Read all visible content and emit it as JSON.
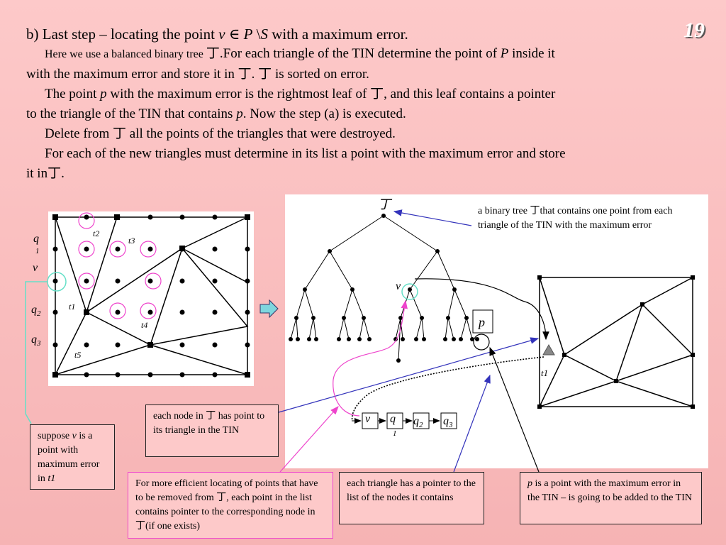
{
  "slide_number": "19",
  "heading": {
    "pre": "b) Last step – locating the point ",
    "v": "v",
    "in": " ∈ ",
    "P": "P",
    "sep": " \\",
    "S": "S",
    "post": " with a maximum error."
  },
  "tree_symbol": "丁",
  "para1": {
    "a": "Here we use a balanced binary tree ",
    "b": ".For each triangle of the TIN determine the point of ",
    "P": "P",
    "c": " inside it",
    "d": "with the maximum error and store it in ",
    "e": ". ",
    "f": " is sorted on error."
  },
  "para2": {
    "a": "The point ",
    "p": "p",
    "b": " with the maximum error is the rightmost leaf of ",
    "c": ", and this leaf contains a pointer",
    "d": "to the triangle of the TIN that contains ",
    "p2": "p",
    "e": ". Now the step (a) is executed."
  },
  "para3": {
    "a": "Delete from ",
    "b": " all the points of the triangles that were destroyed."
  },
  "para4": {
    "a": "For each of the new triangles must determine in its list a point with the maximum error and store",
    "b": "it  in",
    "c": "."
  },
  "left_labels": {
    "q1a": "q",
    "q1b": "1",
    "v": "v",
    "q2": "q",
    "q2sub": "2",
    "q3": "q",
    "q3sub": "3"
  },
  "tin_labels": {
    "t1": "t1",
    "t2": "t2",
    "t3": "t3",
    "t4": "t4",
    "t5": "t5"
  },
  "tree_labels": {
    "v": "v",
    "p": "p",
    "t1": "t1"
  },
  "list_nodes": [
    {
      "main": "v",
      "sub": ""
    },
    {
      "main": "q",
      "sub": "1"
    },
    {
      "main": "q",
      "sub": "2"
    },
    {
      "main": "q",
      "sub": "3"
    }
  ],
  "callouts": {
    "tree_desc": {
      "a": "a binary tree ",
      "b": "that contains one point from each triangle of the TIN with the maximum error"
    },
    "suppose": {
      "a": "suppose ",
      "v": "v",
      "b": " is a point with maximum error in ",
      "t1": "t1"
    },
    "each_node": {
      "a": "each node in ",
      "b": " has point to its triangle in the TIN"
    },
    "efficient": {
      "a": "For more efficient locating of points that have to be removed from ",
      "b": ", each point in the list contains pointer to the corresponding node in ",
      "c": "(if one exists)"
    },
    "each_triangle": "each triangle has a pointer to the  list of the nodes it contains",
    "p_point": {
      "p": "p",
      "a": " is a point with the maximum error in the TIN – is going to be added to the TIN"
    }
  },
  "colors": {
    "background": "#fdc9c9",
    "blue_arrow": "#3333bb",
    "magenta": "#ee44cc",
    "cyan": "#66e0c8",
    "gray_triangle": "#888888"
  }
}
